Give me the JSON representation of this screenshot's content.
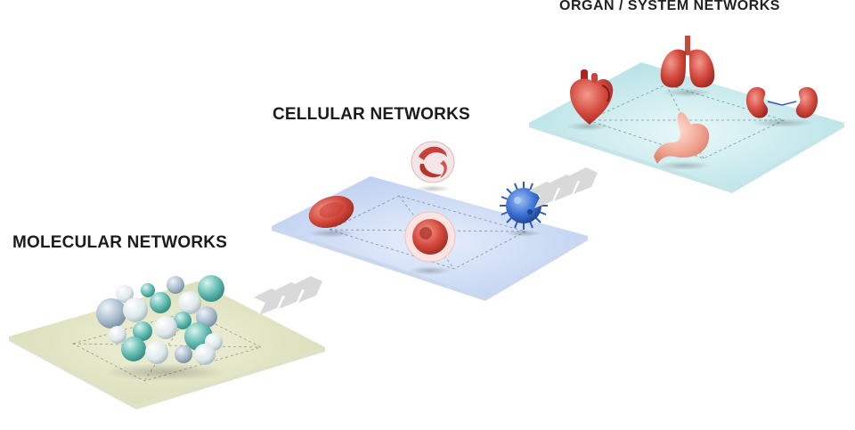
{
  "levels": [
    {
      "id": "molecular",
      "title": "MOLECULAR NETWORKS",
      "plane_color": "#dfe2c0"
    },
    {
      "id": "cellular",
      "title": "CELLULAR NETWORKS",
      "plane_color": "#c5d4f2"
    },
    {
      "id": "organ",
      "title": "ORGAN / SYSTEM NETWORKS",
      "plane_color": "#bfe6ea"
    }
  ],
  "icons": {
    "molecular": [
      "molecule-cluster-icon"
    ],
    "cellular": [
      "red-blood-cell-icon",
      "platelet-cell-icon",
      "virus-icon",
      "white-blood-cell-icon"
    ],
    "organ": [
      "heart-icon",
      "lungs-icon",
      "kidneys-icon",
      "stomach-icon"
    ]
  },
  "colors": {
    "arrow": "#d9d9d9",
    "organ_red": "#c8362f",
    "virus_blue": "#2a5cc9",
    "molecule_teal": "#5fb8b0"
  }
}
